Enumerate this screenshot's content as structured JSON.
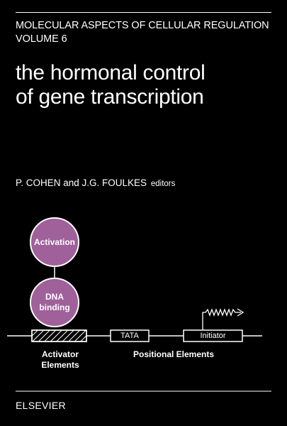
{
  "series": {
    "line1": "MOLECULAR ASPECTS OF CELLULAR REGULATION",
    "line2": "VOLUME 6"
  },
  "title": {
    "line1": "the hormonal control",
    "line2": "of gene transcription"
  },
  "editors": {
    "names": "P. COHEN and J.G. FOULKES",
    "role": "editors"
  },
  "diagram": {
    "activation": "Activation",
    "dna_line1": "DNA",
    "dna_line2": "binding",
    "tata": "TATA",
    "initiator": "Initiator",
    "activator_line1": "Activator",
    "activator_line2": "Elements",
    "positional": "Positional Elements",
    "circle_color": "#a0609a"
  },
  "publisher": "ELSEVIER"
}
